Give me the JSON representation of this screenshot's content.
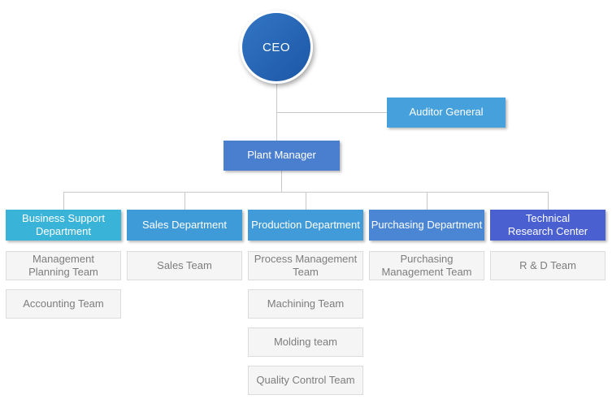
{
  "colors": {
    "ceo_grad_top": "#3376c4",
    "ceo_grad_bottom": "#1c57a6",
    "auditor": "#45a0dc",
    "plant_manager": "#4a7ecf",
    "dept_business_support": "#39b4d8",
    "dept_sales": "#3f9ad8",
    "dept_production": "#419bd8",
    "dept_purchasing": "#4a86d3",
    "dept_technical": "#4a5fd0",
    "team_bg": "#f5f5f5",
    "team_border": "#dcdcdc",
    "team_text": "#7d7d7d",
    "connector": "#c8c8c8"
  },
  "org": {
    "ceo": "CEO",
    "auditor_general": "Auditor General",
    "plant_manager": "Plant Manager",
    "departments": [
      {
        "label": "Business Support\nDepartment",
        "teams": [
          "Management\nPlanning Team",
          "Accounting Team"
        ]
      },
      {
        "label": "Sales Department",
        "teams": [
          "Sales Team"
        ]
      },
      {
        "label": "Production Department",
        "teams": [
          "Process Management\nTeam",
          "Machining Team",
          "Molding team",
          "Quality Control Team"
        ]
      },
      {
        "label": "Purchasing Department",
        "teams": [
          "Purchasing\nManagement Team"
        ]
      },
      {
        "label": "Technical\nResearch Center",
        "teams": [
          "R & D Team"
        ]
      }
    ]
  }
}
